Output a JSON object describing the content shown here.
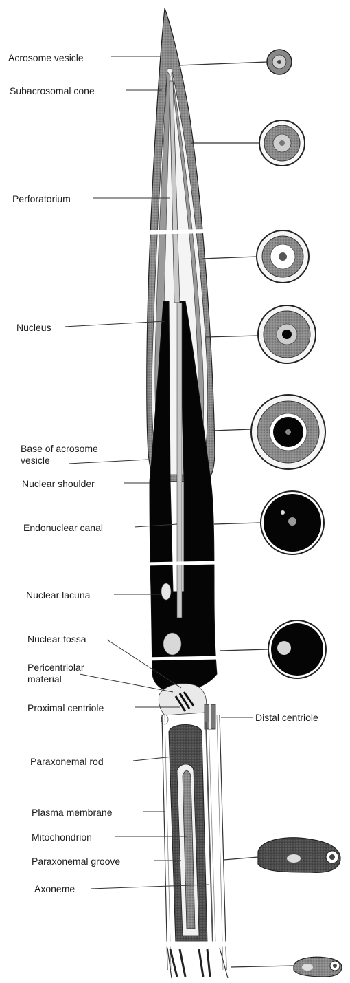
{
  "figure": {
    "labels": {
      "acrosome_vesicle": "Acrosome vesicle",
      "subacrosomal_cone": "Subacrosomal cone",
      "perforatorium": "Perforatorium",
      "nucleus": "Nucleus",
      "base_of_acrosome_vesicle": "Base of acrosome\nvesicle",
      "nuclear_shoulder": "Nuclear shoulder",
      "endonuclear_canal": "Endonuclear canal",
      "nuclear_lacuna": "Nuclear lacuna",
      "nuclear_fossa": "Nuclear fossa",
      "pericentriolar_material": "Pericentriolar\nmaterial",
      "proximal_centriole": "Proximal centriole",
      "distal_centriole": "Distal centriole",
      "paraxonemal_rod": "Paraxonemal rod",
      "plasma_membrane": "Plasma membrane",
      "mitochondrion": "Mitochondrion",
      "paraxonemal_groove": "Paraxonemal groove",
      "axoneme": "Axoneme"
    }
  }
}
